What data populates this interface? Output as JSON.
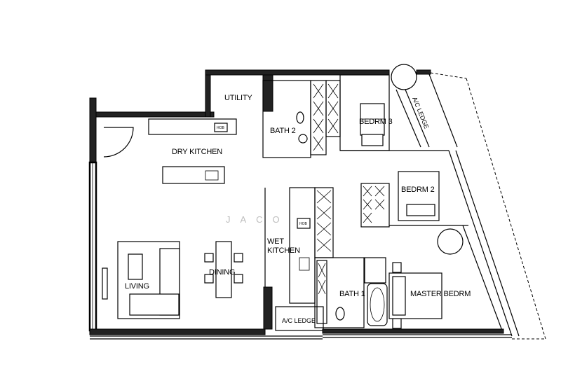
{
  "rooms": {
    "utility": "UTILITY",
    "bath2": "BATH 2",
    "bedrm3": "BEDRM 3",
    "ac_ledge_top": "A/C LEDGE",
    "dry_kitchen": "DRY KITCHEN",
    "bedrm2": "BEDRM 2",
    "wet_kitchen_1": "WET",
    "wet_kitchen_2": "KITCHEN",
    "living": "LIVING",
    "dining": "DINING",
    "bath1": "BATH 1",
    "master_bedrm": "MASTER BEDRM",
    "ac_ledge_bottom": "A/C LEDGE"
  },
  "watermark": "JACO",
  "appliance_label": "HOB"
}
